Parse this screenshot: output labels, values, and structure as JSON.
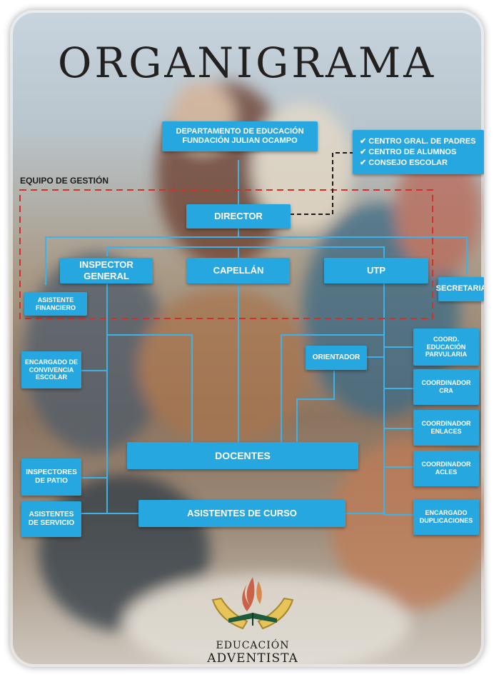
{
  "title": "ORGANIGRAMA",
  "equipo_label": "EQUIPO DE GESTIÓN",
  "departamento": "DEPARTAMENTO DE EDUCACIÓN FUNDACIÓN JULIAN OCAMPO",
  "padres": [
    "✔ CENTRO GRAL. DE PADRES",
    "✔ CENTRO DE ALUMNOS",
    "✔ CONSEJO ESCOLAR"
  ],
  "director": "DIRECTOR",
  "inspector_general": "INSPECTOR GENERAL",
  "capellan": "CAPELLÁN",
  "utp": "UTP",
  "asistente_financiero": "ASISTENTE FINANCIERO",
  "secretaria": "SECRETARIA",
  "encargado_convivencia": "ENCARGADO DE CONVIVENCIA ESCOLAR",
  "orientador": "ORIENTADOR",
  "coord_educacion": "COORD. EDUCACIÓN PARVULARIA",
  "coord_cra": "COORDINADOR CRA",
  "coord_enlaces": "COORDINADOR ENLACES",
  "coord_acles": "COORDINADOR ACLES",
  "encargado_duplicaciones": "ENCARGADO DUPLICACIONES",
  "docentes": "DOCENTES",
  "inspectores_patio": "INSPECTORES DE PATIO",
  "asistentes_servicio": "ASISTENTES DE SERVICIO",
  "asistentes_curso": "ASISTENTES DE CURSO",
  "logo_line1": "EDUCACIÓN",
  "logo_line2": "ADVENTISTA",
  "colors": {
    "box": "#27a7df",
    "line": "#3bb3ea",
    "dashed_red": "#d0312d",
    "dashed_black": "#1a1a1a"
  },
  "icons": [
    "check-icon",
    "flame-hands-book-logo"
  ]
}
